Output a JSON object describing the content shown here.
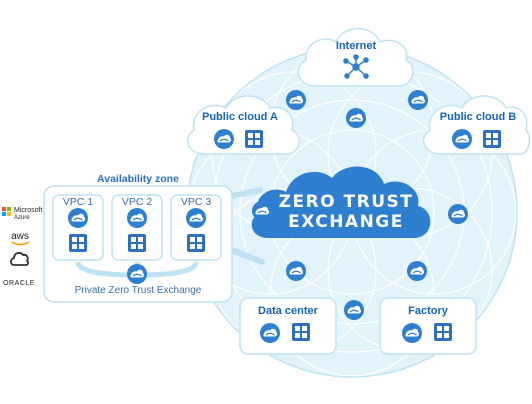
{
  "colors": {
    "brand_blue": "#2f7fd1",
    "dark_blue": "#1565b8",
    "light_blue": "#d3ecf9",
    "tile_blue": "#2e6fc2",
    "text_blue": "#3b6fa6"
  },
  "center": {
    "line1": "ZERO TRUST",
    "line2": "EXCHANGE"
  },
  "internet": {
    "label": "Internet",
    "icon": "network-hub-icon"
  },
  "public_cloud_a": {
    "label": "Public cloud A"
  },
  "public_cloud_b": {
    "label": "Public cloud B"
  },
  "data_center": {
    "label": "Data center"
  },
  "factory": {
    "label": "Factory"
  },
  "availability_zone": {
    "title": "Availability zone",
    "vpcs": [
      "VPC 1",
      "VPC 2",
      "VPC 3"
    ],
    "footer": "Private Zero Trust Exchange"
  },
  "cloud_providers": {
    "microsoft": [
      "Microsoft",
      "Azure"
    ],
    "aws": "aws",
    "gcp_icon": "google-cloud-icon",
    "oracle": "ORACLE"
  },
  "icons": {
    "connector": "zscaler-cloud-icon",
    "workload": "server-grid-icon"
  }
}
